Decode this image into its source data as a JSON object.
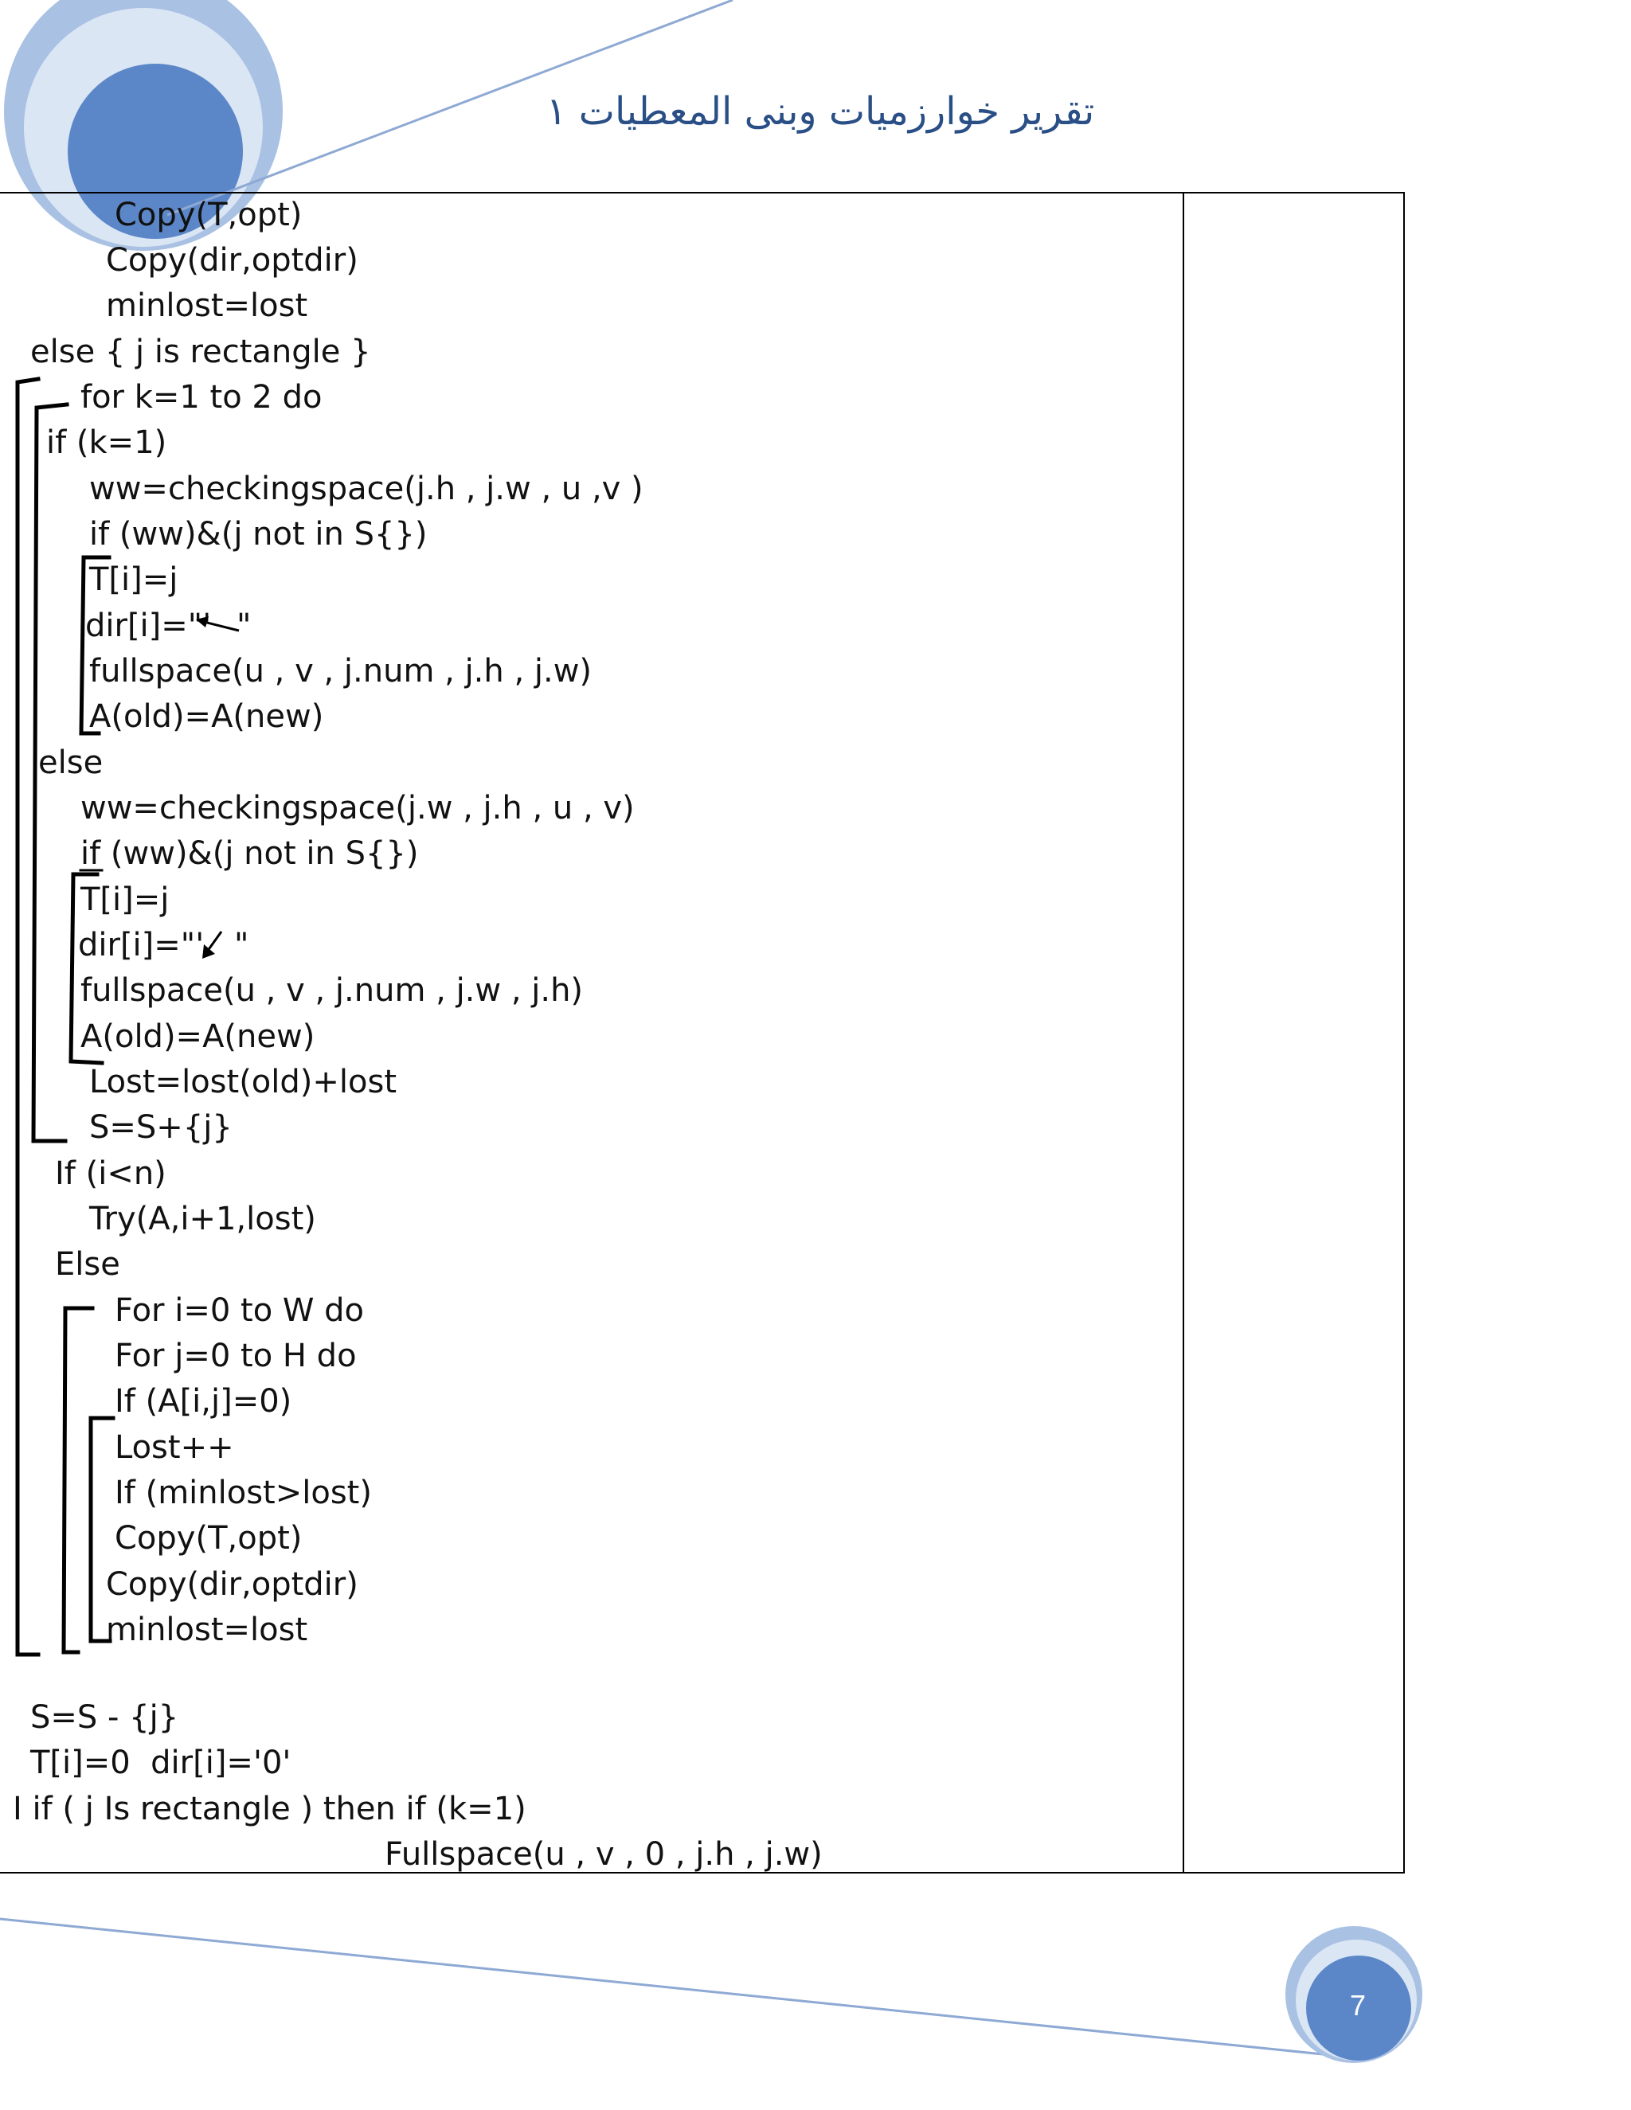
{
  "header": {
    "title": "تقرير خوارزميات وبنى المعطيات ١"
  },
  "code_lines": [
    "Copy(T,opt)",
    "Copy(dir,optdir)",
    "minlost=lost",
    "else { j is rectangle }",
    "for k=1 to 2 do",
    "if (k=1)",
    "ww=checkingspace(j.h , j.w , u ,v )",
    "if (ww)&(j not in S{})",
    "T[i]=j",
    "dir[i]=\"'",
    "\"",
    "fullspace(u , v , j.num , j.h , j.w)",
    "A(old)=A(new)",
    "else",
    "ww=checkingspace(j.w , j.h , u , v)",
    "if (ww)&(j not in S{})",
    "T[i]=j",
    "dir[i]=\"'",
    "\"",
    "fullspace(u , v , j.num , j.w , j.h)",
    "A(old)=A(new)",
    "Lost=lost(old)+lost",
    "S=S+{j}",
    "If (i<n)",
    "Try(A,i+1,lost)",
    "Else",
    "For i=0 to W do",
    "For j=0 to H do",
    "If (A[i,j]=0)",
    "Lost++",
    "If (minlost>lost)",
    "Copy(T,opt)",
    "Copy(dir,optdir)",
    "minlost=lost",
    "S=S - {j}",
    "T[i]=0  dir[i]='0'",
    "I if ( j Is rectangle ) then if (k=1)",
    "Fullspace(u , v , 0 , j.h , j.w)"
  ],
  "footer": {
    "page_number": "7"
  },
  "colors": {
    "accent_dark": "#4f7fc4",
    "accent_light": "#a8c2e4",
    "title": "#2a4f86"
  }
}
